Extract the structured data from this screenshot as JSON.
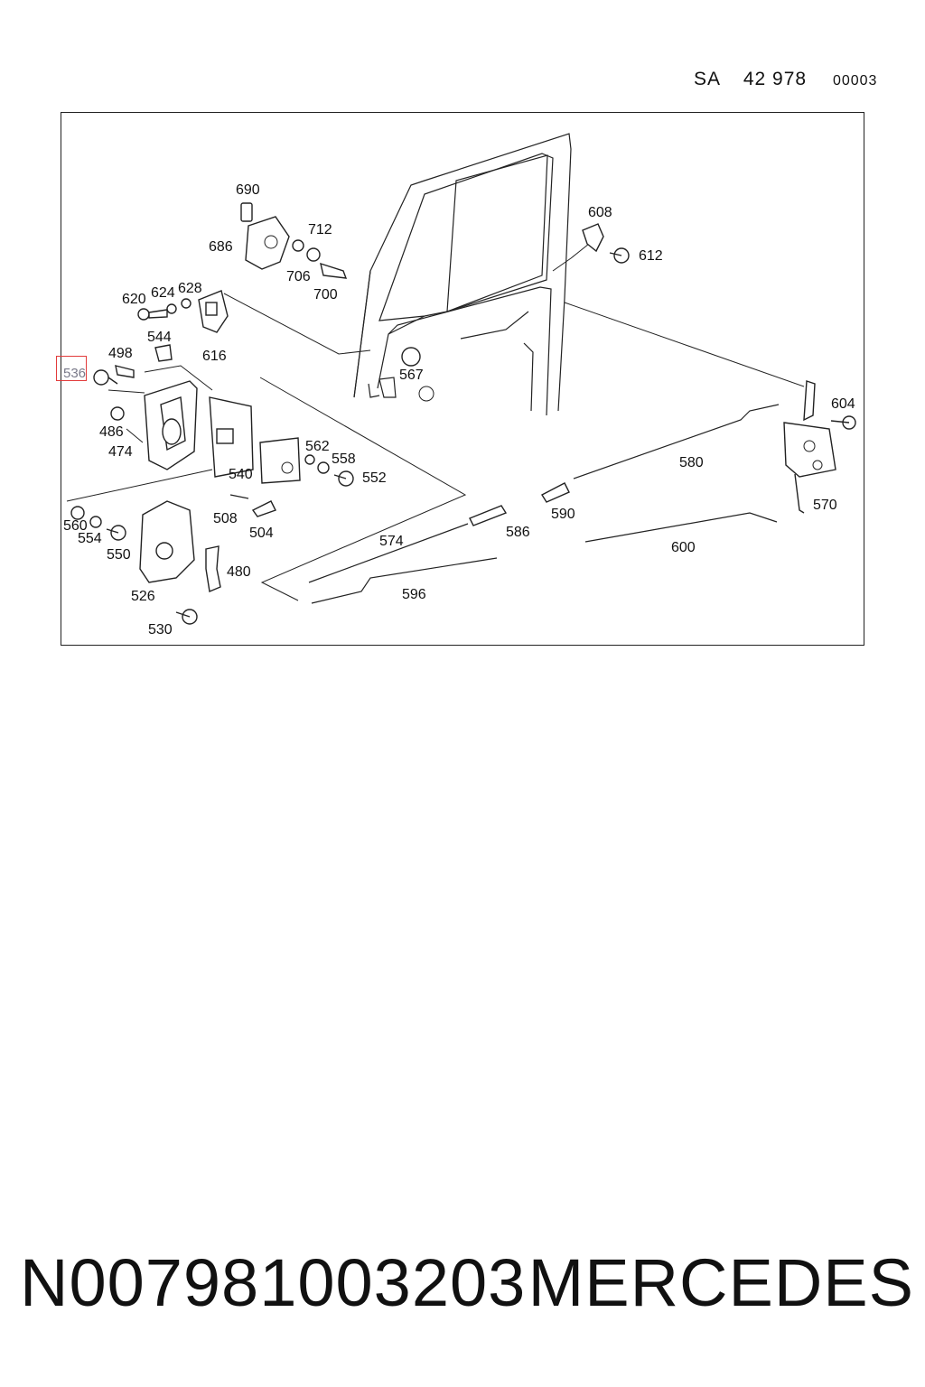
{
  "header": {
    "prefix": "SA",
    "number": "42 978",
    "sheet": "00003"
  },
  "highlight": {
    "label": "536"
  },
  "parts": [
    {
      "id": "p690",
      "label": "690"
    },
    {
      "id": "p686",
      "label": "686"
    },
    {
      "id": "p712",
      "label": "712"
    },
    {
      "id": "p706",
      "label": "706"
    },
    {
      "id": "p700",
      "label": "700"
    },
    {
      "id": "p608",
      "label": "608"
    },
    {
      "id": "p612",
      "label": "612"
    },
    {
      "id": "p620",
      "label": "620"
    },
    {
      "id": "p624",
      "label": "624"
    },
    {
      "id": "p628",
      "label": "628"
    },
    {
      "id": "p544",
      "label": "544"
    },
    {
      "id": "p616",
      "label": "616"
    },
    {
      "id": "p498",
      "label": "498"
    },
    {
      "id": "p567",
      "label": "567"
    },
    {
      "id": "p486",
      "label": "486"
    },
    {
      "id": "p474",
      "label": "474"
    },
    {
      "id": "p604",
      "label": "604"
    },
    {
      "id": "p562",
      "label": "562"
    },
    {
      "id": "p558",
      "label": "558"
    },
    {
      "id": "p552",
      "label": "552"
    },
    {
      "id": "p540",
      "label": "540"
    },
    {
      "id": "p580",
      "label": "580"
    },
    {
      "id": "p570",
      "label": "570"
    },
    {
      "id": "p560",
      "label": "560"
    },
    {
      "id": "p554",
      "label": "554"
    },
    {
      "id": "p550",
      "label": "550"
    },
    {
      "id": "p508",
      "label": "508"
    },
    {
      "id": "p504",
      "label": "504"
    },
    {
      "id": "p590",
      "label": "590"
    },
    {
      "id": "p586",
      "label": "586"
    },
    {
      "id": "p574",
      "label": "574"
    },
    {
      "id": "p600",
      "label": "600"
    },
    {
      "id": "p480",
      "label": "480"
    },
    {
      "id": "p526",
      "label": "526"
    },
    {
      "id": "p596",
      "label": "596"
    },
    {
      "id": "p530",
      "label": "530"
    }
  ],
  "footer": {
    "part_number": "N007981003203",
    "brand": "MERCEDES"
  }
}
